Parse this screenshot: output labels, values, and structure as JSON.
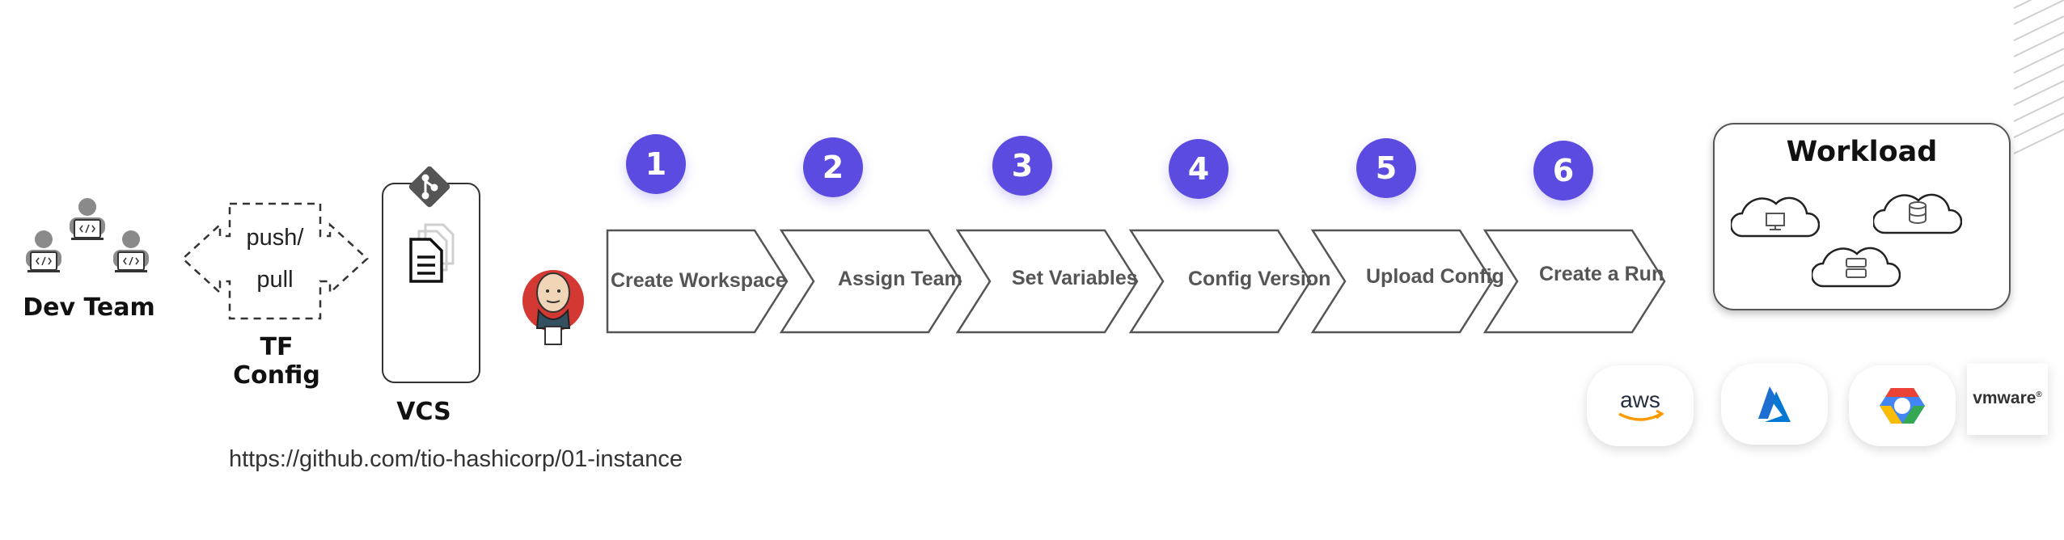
{
  "dev_team": {
    "label": "Dev Team",
    "icon": "developers-icon"
  },
  "tf_config": {
    "push_label": "push/",
    "pull_label": "pull",
    "label_line1": "TF",
    "label_line2": "Config"
  },
  "vcs": {
    "label": "VCS",
    "icons": [
      "git-icon",
      "document-icon"
    ]
  },
  "jenkins": {
    "icon": "jenkins-icon"
  },
  "repo_url": "https://github.com/tio-hashicorp/01-instance",
  "steps": [
    {
      "number": "1",
      "label": "Create Workspace"
    },
    {
      "number": "2",
      "label": "Assign Team"
    },
    {
      "number": "3",
      "label": "Set Variables"
    },
    {
      "number": "4",
      "label": "Config Version"
    },
    {
      "number": "5",
      "label": "Upload Config"
    },
    {
      "number": "6",
      "label": "Create a Run"
    }
  ],
  "workload": {
    "title": "Workload",
    "clouds": [
      "monitor-cloud-icon",
      "database-cloud-icon",
      "server-cloud-icon"
    ]
  },
  "providers": [
    {
      "name": "aws",
      "icon": "aws-logo"
    },
    {
      "name": "Azure",
      "icon": "azure-logo"
    },
    {
      "name": "Google Cloud",
      "icon": "gcp-logo"
    },
    {
      "name": "vmware",
      "icon": "vmware-logo"
    }
  ],
  "colors": {
    "step_accent": "#5b4be0",
    "aws_orange": "#f90",
    "azure_blue": "#0078d4"
  }
}
